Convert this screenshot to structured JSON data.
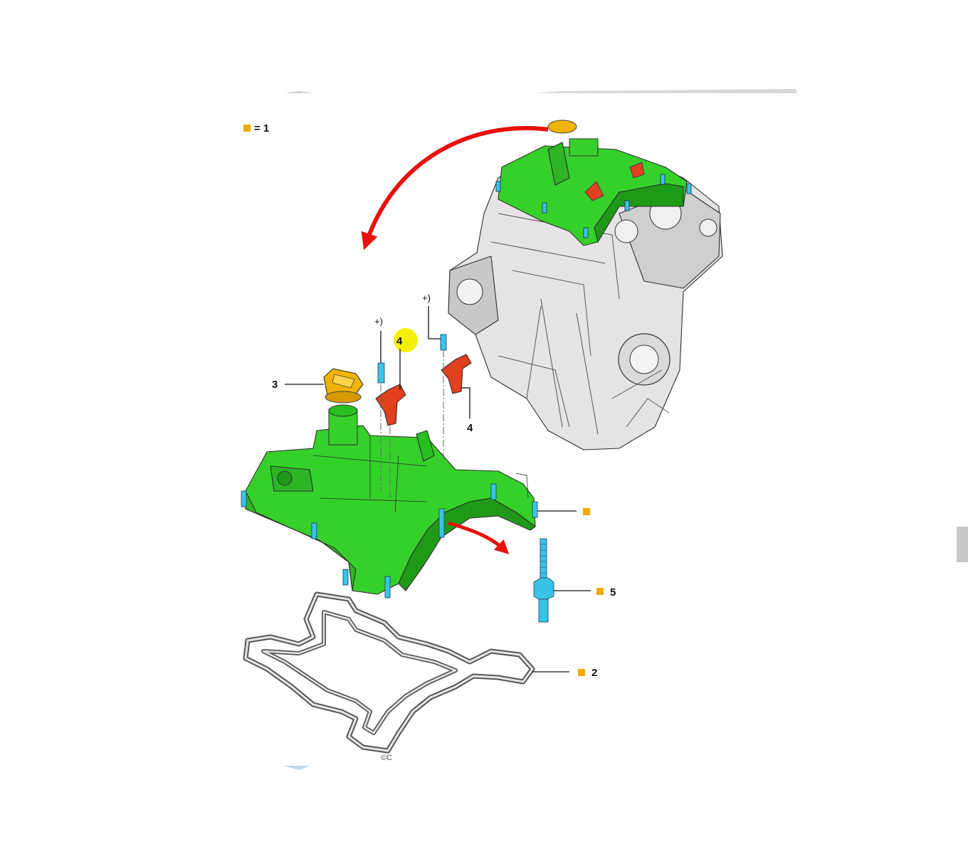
{
  "legend": {
    "marker_color": "#f5a800",
    "text": "= 1"
  },
  "callouts": {
    "oil_cap": "3",
    "sensor_highlighted": "4",
    "sensor_right": "4",
    "bolt_left_note": "+)",
    "bolt_right_note": "+)",
    "cover_bolts": "",
    "spark_plug": "5",
    "gasket": "2",
    "copyright_fragment": "©C"
  },
  "colors": {
    "cover": "#35d12a",
    "cover_dark": "#1f9a18",
    "engine": "#e2e2e2",
    "engine_shade": "#b9b9b9",
    "oil_cap": "#f0b400",
    "sensor": "#e0401e",
    "bolt": "#39c4e6",
    "arrow": "#e8100c",
    "highlight": "#f4f000",
    "gasket": "#555555"
  }
}
